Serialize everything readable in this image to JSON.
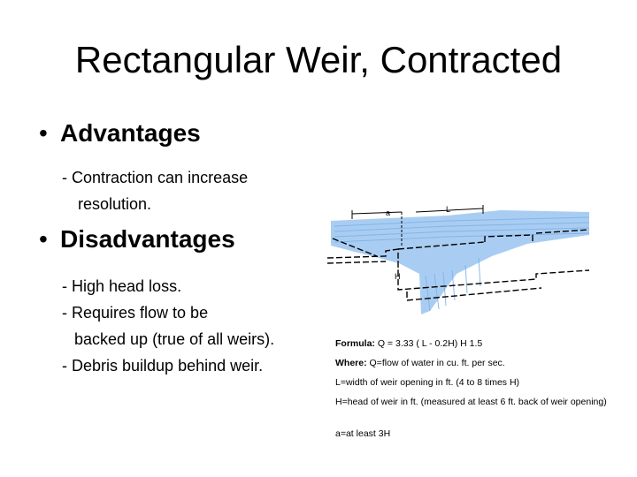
{
  "title": "Rectangular Weir, Contracted",
  "bullet_glyph": "•",
  "advantages": {
    "heading": "Advantages",
    "lines": [
      "- Contraction can increase",
      "resolution."
    ]
  },
  "disadvantages": {
    "heading": "Disadvantages",
    "lines": [
      "- High head loss.",
      "- Requires flow to be",
      "backed up (true of all weirs).",
      "- Debris buildup behind weir."
    ]
  },
  "diagram": {
    "label_a": "a",
    "label_L": "L",
    "label_H": "H",
    "water_color": "#a9cdf2"
  },
  "formula": {
    "formula_label": "Formula:",
    "formula_text": "Q = 3.33 ( L - 0.2H) H 1.5",
    "where_label": "Where:",
    "where_text": "Q=flow of water in cu. ft. per sec.",
    "L_def": "L=width of weir opening in ft. (4 to 8 times H)",
    "H_def": "H=head of weir in ft. (measured at least 6 ft. back of weir opening)",
    "a_def": "a=at least 3H"
  }
}
